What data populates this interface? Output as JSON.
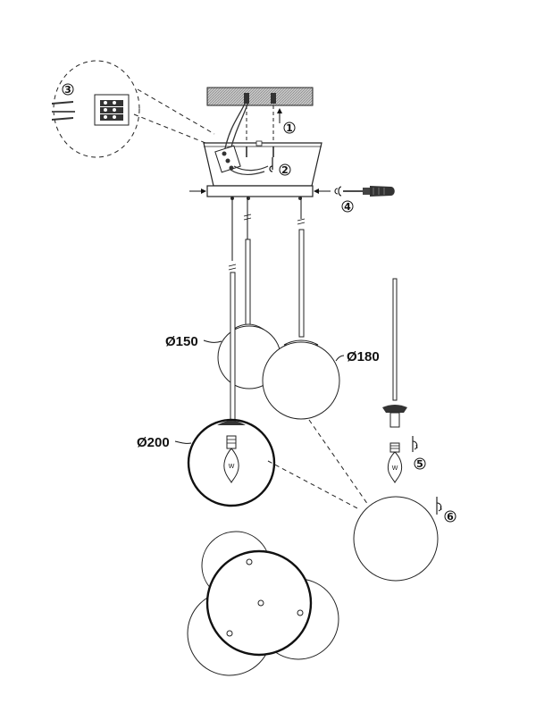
{
  "diagram": {
    "dimensions": {
      "d150": "Ø150",
      "d180": "Ø180",
      "d200": "Ø200"
    },
    "steps": {
      "s1": "1",
      "s2": "2",
      "s3": "3",
      "s4": "4",
      "s5": "5",
      "s6": "6"
    },
    "bulb_marks": {
      "b1": "W",
      "b2": "W"
    },
    "colors": {
      "line": "#111111",
      "ceiling_hatch": "#9a9a9a",
      "shade_fill": "#ffffff"
    }
  }
}
